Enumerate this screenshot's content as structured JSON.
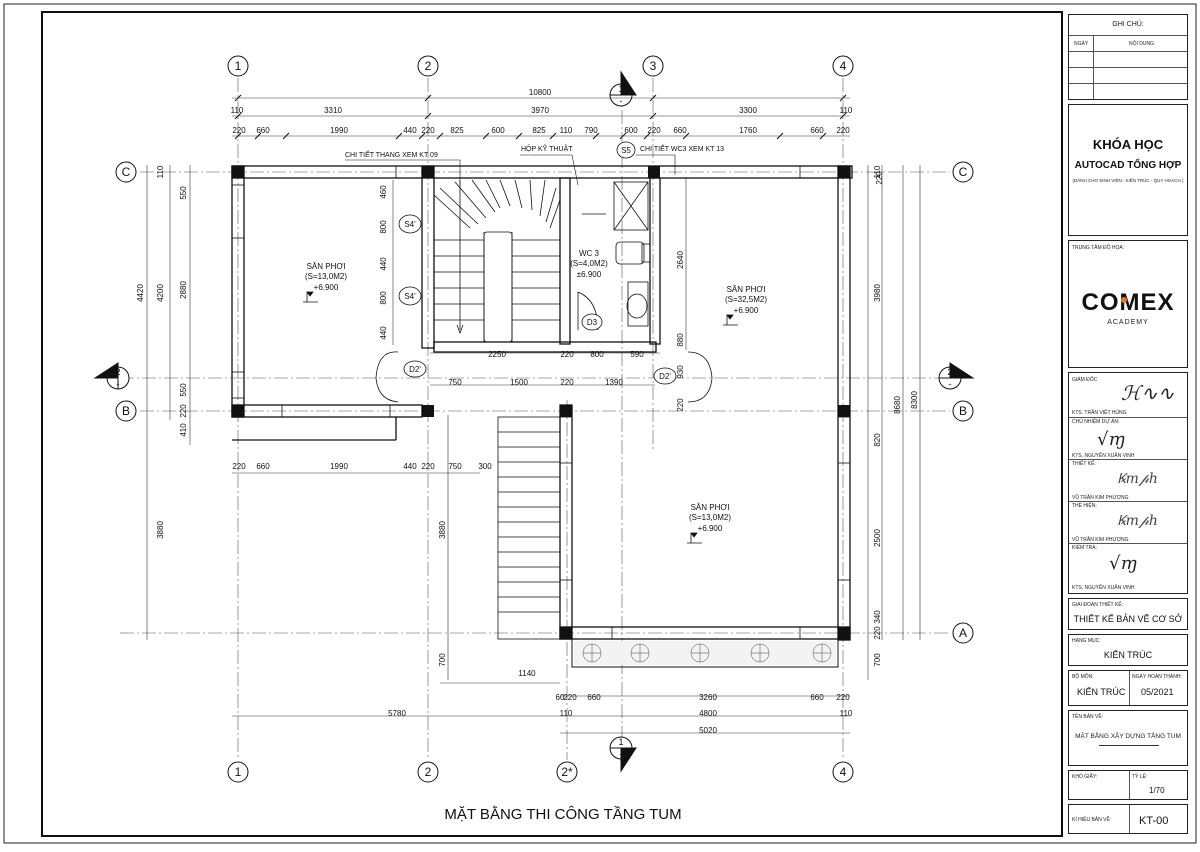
{
  "drawing": {
    "title": "MẶT BẰNG THI CÔNG TẦNG TUM",
    "grid_top": [
      "1",
      "2",
      "3",
      "4"
    ],
    "grid_bottom": [
      "1",
      "2",
      "2*",
      "4"
    ],
    "grid_left": [
      "C",
      "B"
    ],
    "grid_right": [
      "C",
      "B",
      "A"
    ],
    "section_marks": [
      {
        "num": "1",
        "sub": "-"
      },
      {
        "num": "2",
        "sub": "-"
      },
      {
        "num": "2",
        "sub": "-"
      },
      {
        "num": "1",
        "sub": "-"
      }
    ],
    "dims_top_total": "10800",
    "dims_top_row2": [
      "110",
      "3310",
      "3970",
      "3300",
      "110"
    ],
    "dims_top_row3": [
      "220",
      "660",
      "1990",
      "440",
      "220",
      "825",
      "600",
      "825",
      "110",
      "790",
      "600",
      "220",
      "660",
      "1760",
      "660",
      "220"
    ],
    "dims_mid_row": [
      "220",
      "660",
      "1990",
      "440",
      "220",
      "750",
      "300"
    ],
    "dims_inner": [
      "2250",
      "220",
      "800",
      "590",
      "750",
      "1500",
      "220",
      "1390"
    ],
    "dims_bottom_row1": [
      "60",
      "220",
      "660",
      "3260",
      "660",
      "220"
    ],
    "dims_bottom_row2": [
      "110",
      "4800",
      "110"
    ],
    "dims_bottom_total": "5020",
    "dims_bottom_left": "5780",
    "dims_bottom_stair": "1140",
    "dims_left_outer": [
      "4420",
      "3880"
    ],
    "dims_left_mid": [
      "110",
      "550",
      "2880",
      "550",
      "220"
    ],
    "dims_left_inner": [
      "4200",
      "410"
    ],
    "dims_left_stair": "3880",
    "dims_left_low": "700",
    "dims_stair_v": [
      "460",
      "800",
      "440",
      "800",
      "440"
    ],
    "dims_right_outer": [
      "8300"
    ],
    "dims_right_mid": [
      "3980",
      "8680"
    ],
    "dims_right_inner": [
      "220",
      "2640",
      "880",
      "930",
      "220",
      "820",
      "2500",
      "340",
      "220",
      "700"
    ],
    "dims_right_top": "110",
    "notes": {
      "stair_detail": "CHI TIẾT THANG XEM KT 09",
      "duct": "HỘP KỸ THUẬT",
      "wc_detail": "CHI TIẾT WC3 XEM KT 13",
      "s5": "S5"
    },
    "rooms": [
      {
        "name": "SÂN PHƠI",
        "area": "(S=13,0M2)",
        "level": "+6.900"
      },
      {
        "name": "WC 3",
        "area": "(S=4,0M2)",
        "level": "±6.900"
      },
      {
        "name": "SÂN PHƠI",
        "area": "(S=32,5M2)",
        "level": "+6.900"
      },
      {
        "name": "SÂN PHƠI",
        "area": "(S=13,0M2)",
        "level": "+6.900"
      }
    ],
    "tags": {
      "s4a": "S4'",
      "s4b": "S4'",
      "d3": "D3",
      "d2a": "D2'",
      "d2b": "D2'"
    }
  },
  "titleblock": {
    "notes_header": "GHI CHÚ:",
    "col_date": "NGÀY",
    "col_content": "NỘI DUNG",
    "course_1": "KHÓA HỌC",
    "course_2": "AUTOCAD TỔNG HỢP",
    "course_3": "(DÀNH CHO SINH VIÊN : KIẾN TRÚC - QUY HOẠCH )",
    "center_label": "TRUNG TÂM ĐỒ HỌA:",
    "logo_main": "COMEX",
    "logo_sub": "ACADEMY",
    "director_label": "GIÁM ĐỐC",
    "director_name": "KTS. TRẦN VIỆT HÙNG",
    "pm_label": "CHỦ NHIỆM DỰ ÁN:",
    "pm_name": "KTS. NGUYỄN XUÂN VINH",
    "design_label": "THIẾT KẾ:",
    "design_name": "VŨ TRẦN KIM PHƯỢNG",
    "draw_label": "THỂ HIỆN:",
    "draw_name": "VŨ TRẦN KIM PHƯỢNG",
    "check_label": "KIỂM TRA:",
    "check_name": "KTS. NGUYỄN XUÂN VINH",
    "stage_label": "GIAI ĐOẠN THIẾT KẾ:",
    "stage_value": "THIẾT KẾ BẢN VẼ CƠ SỞ",
    "item_label": "HẠNG MỤC:",
    "item_value": "KIẾN TRÚC",
    "dept_label": "BỘ MÔN:",
    "dept_value": "KIẾN TRÚC",
    "done_label": "NGÀY HOÀN THÀNH:",
    "done_value": "05/2021",
    "name_label": "TÊN BẢN VẼ:",
    "name_value": "MẶT BẰNG XÂY DỰNG TẦNG TUM",
    "paper_label": "KHỔ GIẤY:",
    "scale_label": "TỶ LỆ:",
    "scale_value": "1/70",
    "code_label": "KÍ HIỆU BẢN VẼ:",
    "code_value": "KT-00",
    "logo_colors": {
      "dark": "#111111",
      "accent": "#e8761e"
    }
  }
}
